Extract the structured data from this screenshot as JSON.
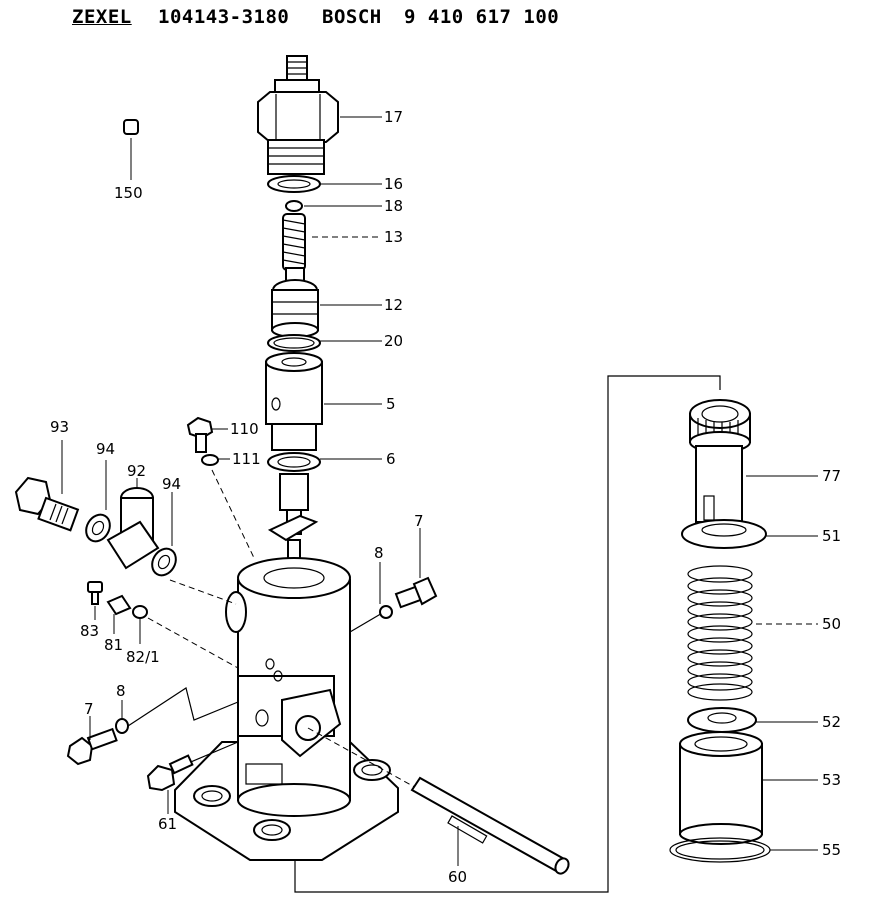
{
  "header": {
    "brand_zexel": "ZEXEL",
    "zexel_part_number": "104143-3180",
    "brand_bosch": "BOSCH",
    "bosch_part_number": "9 410 617 100"
  },
  "part_labels": {
    "p150": "150",
    "p17": "17",
    "p16": "16",
    "p18": "18",
    "p13": "13",
    "p12": "12",
    "p20": "20",
    "p5": "5",
    "p110": "110",
    "p111": "111",
    "p6": "6",
    "p93": "93",
    "p94a": "94",
    "p92": "92",
    "p94b": "94",
    "p7a": "7",
    "p8a": "8",
    "p83": "83",
    "p81": "81",
    "p82": "82/1",
    "p8b": "8",
    "p7b": "7",
    "p61": "61",
    "p60": "60",
    "p77": "77",
    "p51": "51",
    "p50": "50",
    "p52": "52",
    "p53": "53",
    "p55": "55"
  }
}
